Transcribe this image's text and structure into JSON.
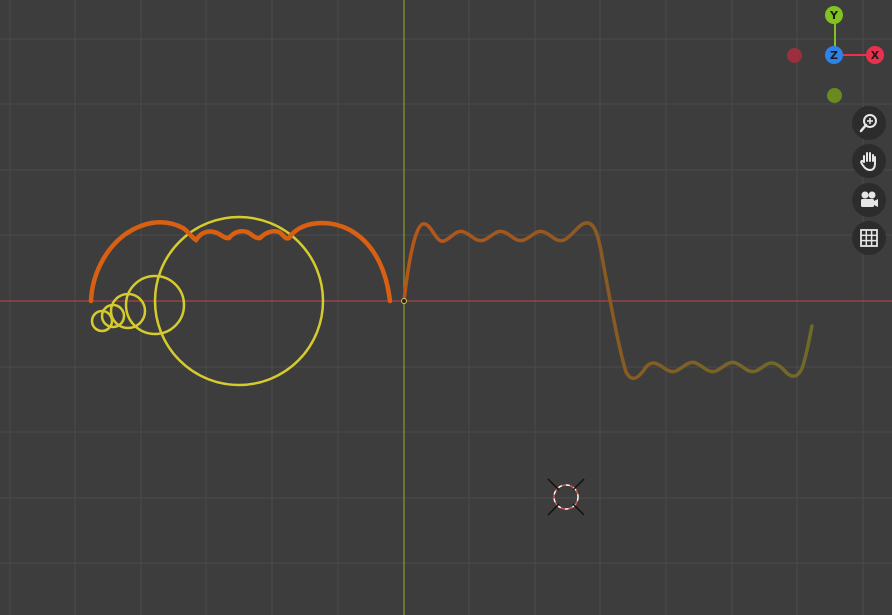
{
  "viewport": {
    "background": "#3d3d3d",
    "grid_color": "#4a4a4a",
    "x_axis_color": "#a84444",
    "y_axis_color": "#8a9a2a"
  },
  "gizmo": {
    "y_label": "Y",
    "z_label": "Z",
    "x_label": "X",
    "y_color": "#83c220",
    "z_color": "#2f83e8",
    "x_color": "#e8314e",
    "neg_x_color": "#9b2f3e",
    "neg_y_color": "#6a8a20"
  },
  "nav_buttons": [
    {
      "name": "zoom",
      "icon": "zoom-in-icon"
    },
    {
      "name": "pan",
      "icon": "hand-icon"
    },
    {
      "name": "camera",
      "icon": "camera-icon"
    },
    {
      "name": "ortho",
      "icon": "grid-icon"
    }
  ],
  "curves": {
    "epicycle_color": "#d6cb2e",
    "trace_color": "#d96012",
    "wave_color": "#a0521a"
  }
}
